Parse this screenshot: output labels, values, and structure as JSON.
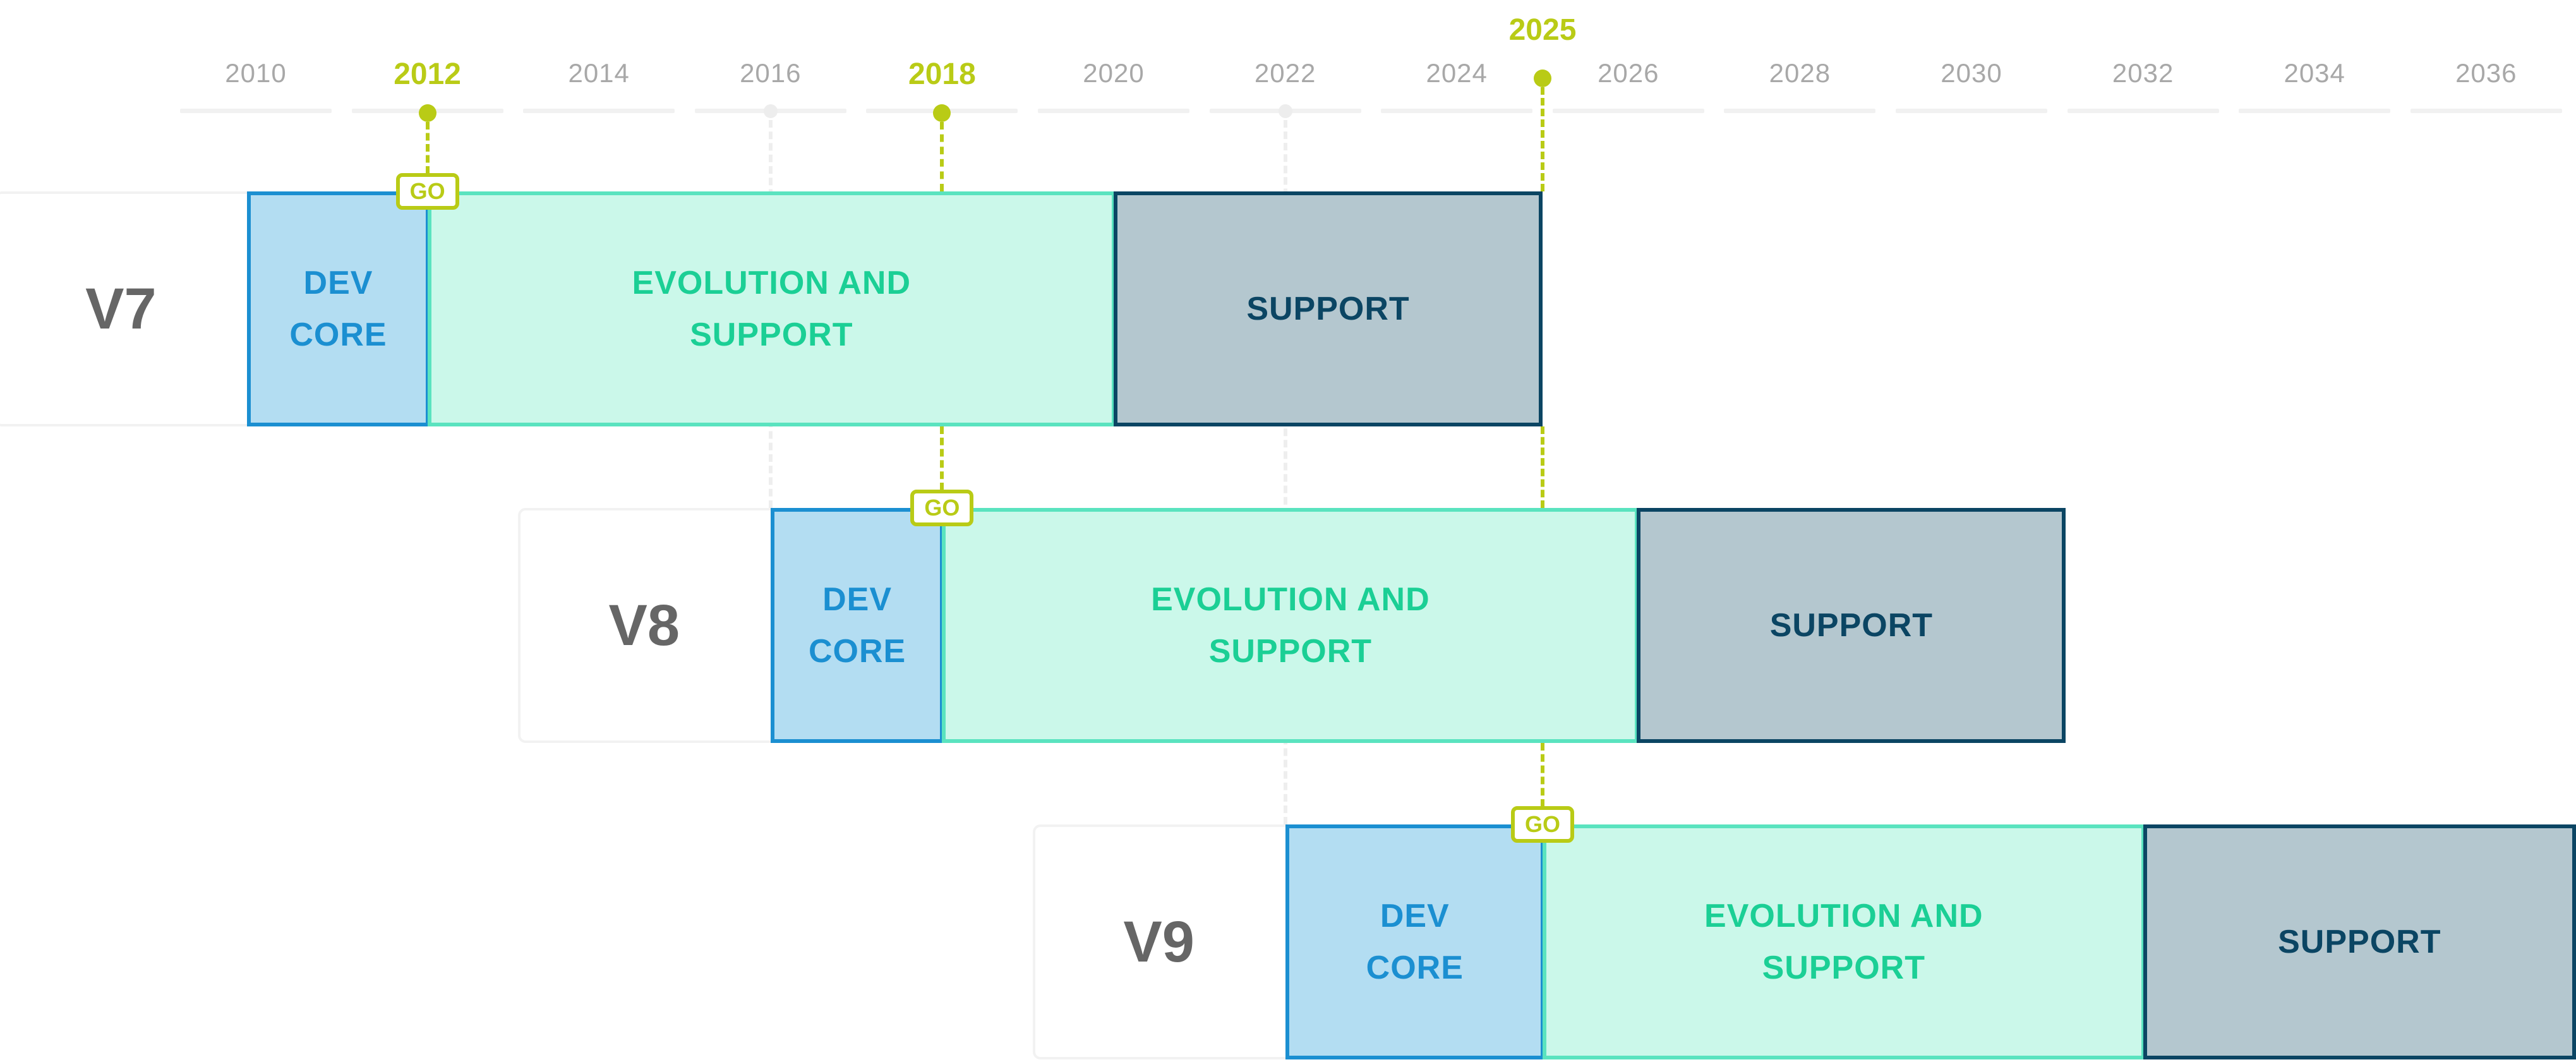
{
  "axis": {
    "years": [
      "2010",
      "2012",
      "2014",
      "2016",
      "2018",
      "2020",
      "2022",
      "2024",
      "2026",
      "2028",
      "2030",
      "2032",
      "2034",
      "2036"
    ],
    "milestones": [
      "2012",
      "2018",
      "2025"
    ]
  },
  "go_label": "GO",
  "phase_labels": {
    "dev_line1": "DEV",
    "dev_line2": "CORE",
    "evo_line1": "EVOLUTION AND",
    "evo_line2": "SUPPORT",
    "support": "SUPPORT"
  },
  "rows": [
    {
      "version": "V7",
      "dev_start": 2009.9,
      "go": 2012,
      "evo_end": 2020,
      "support_end": 2025
    },
    {
      "version": "V8",
      "dev_start": 2016,
      "go": 2018,
      "evo_end": 2026.1,
      "support_end": 2031.1
    },
    {
      "version": "V9",
      "dev_start": 2022,
      "go": 2025,
      "evo_end": 2032,
      "support_end": 2037.05
    }
  ],
  "colors": {
    "milestone": "#b9cb16",
    "dev_fill": "#b3ddf2",
    "dev_border": "#1b8fd1",
    "evo_fill": "#cbf8ea",
    "evo_border": "#5ae3bf",
    "evo_text": "#1bcf95",
    "support_fill": "#b4c7cf",
    "support_border": "#0b4563",
    "axis_text": "#a8a8a8",
    "version_text": "#666666"
  }
}
